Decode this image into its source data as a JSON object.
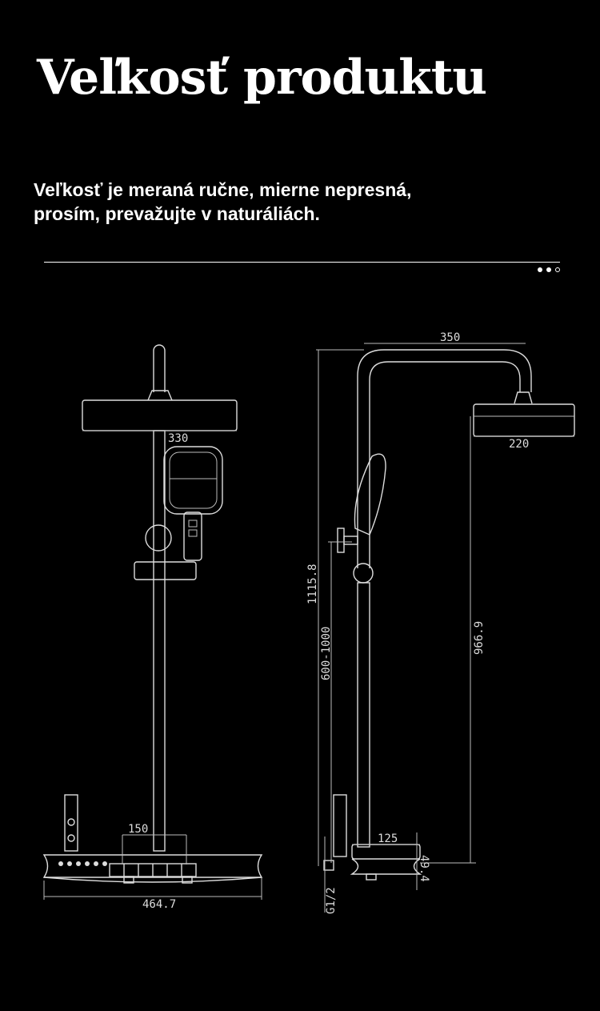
{
  "header": {
    "title": "Veľkosť produktu",
    "subtitle_line1": "Veľkosť je meraná ručne, mierne nepresná,",
    "subtitle_line2": "prosím, prevažujte v naturáliách."
  },
  "pager": {
    "count": 3,
    "active": 3
  },
  "dimensions": {
    "head_width_front": "330",
    "handle_spacing": "150",
    "panel_width": "464.7",
    "arm_reach": "350",
    "head_width_side": "220",
    "total_height": "1115.8",
    "adjustable_range": "600-1000",
    "head_height": "966.9",
    "panel_depth": "125",
    "panel_height": "49.4",
    "thread": "G1/2"
  }
}
